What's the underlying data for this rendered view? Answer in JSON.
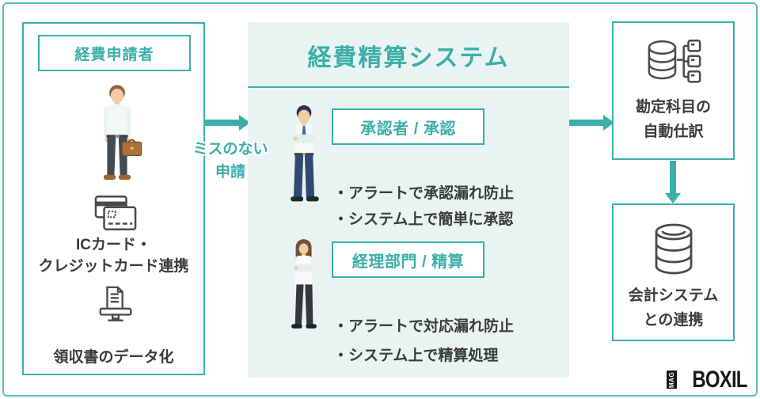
{
  "colors": {
    "accent_teal": "#3BAFA8",
    "outer_border_teal": "#5AC1BA",
    "panel_bg": "#E9F3F1",
    "text_dark": "#3B3B3B",
    "icon_stroke": "#4A4A4A",
    "logo_black": "#1A1A1A"
  },
  "left_panel": {
    "title": "経費申請者",
    "card_caption_line1": "ICカード・",
    "card_caption_line2": "クレジットカード連携",
    "receipt_caption": "領収書のデータ化"
  },
  "flow": {
    "label_line1": "ミスのない",
    "label_line2": "申請"
  },
  "system_panel": {
    "title": "経費精算システム",
    "sections": [
      {
        "label": "承認者 / 承認",
        "bullets": [
          "・アラートで承認漏れ防止",
          "・システム上で簡単に承認"
        ]
      },
      {
        "label": "経理部門 / 精算",
        "bullets": [
          "・アラートで対応漏れ防止",
          "・システム上で精算処理"
        ]
      }
    ]
  },
  "output_boxes": [
    {
      "icon": "database-branch-icon",
      "label_line1": "勘定科目の",
      "label_line2": "自動仕訳"
    },
    {
      "icon": "database-icon",
      "label_line1": "会計システム",
      "label_line2": "との連携"
    }
  ],
  "icons": {
    "left_item1": "credit-card-icon",
    "left_item2": "receipt-scan-icon"
  },
  "logo": {
    "mag": "MAG",
    "brand": "BOXIL"
  }
}
